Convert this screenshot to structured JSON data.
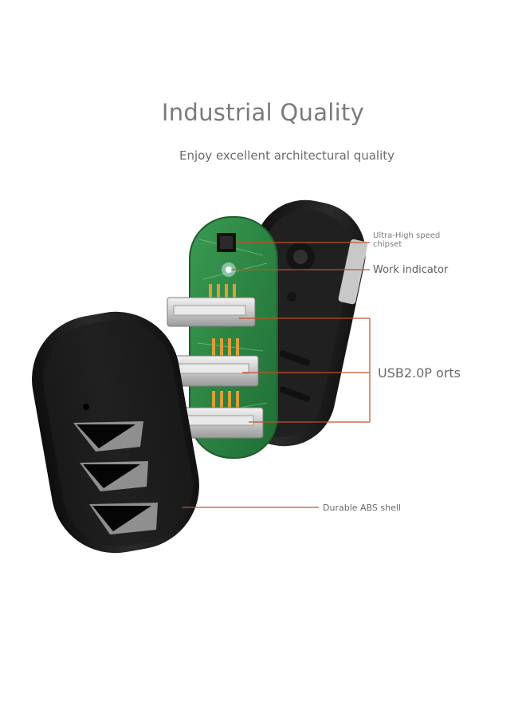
{
  "heading": {
    "title": "Industrial Quality",
    "subtitle": "Enjoy excellent architectural quality"
  },
  "callouts": {
    "chipset_line1": "Ultra-High speed",
    "chipset_line2": "chipset",
    "work_indicator": "Work indicator",
    "usb_ports": "USB2.0P orts",
    "abs_shell": "Durable ABS shell"
  },
  "colors": {
    "leader_line": "#c0502a",
    "pcb": "#2f8a45",
    "shell": "#1a1a1a"
  }
}
